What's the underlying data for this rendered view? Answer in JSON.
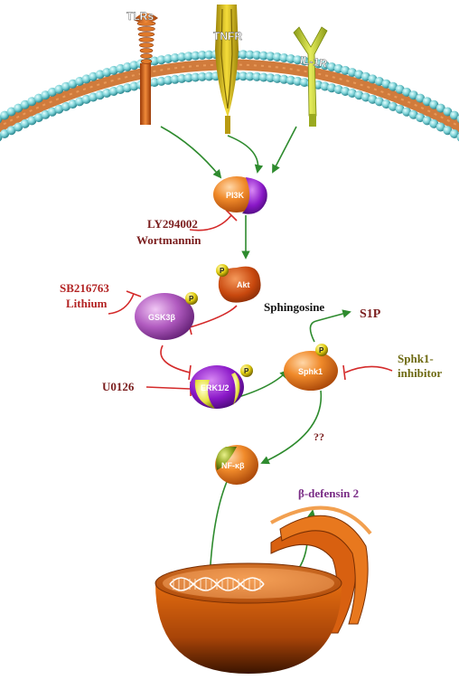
{
  "receptors": {
    "tlrs": "TLRs",
    "tnfr": "TNFR",
    "il1r": "IL-1R"
  },
  "nodes": {
    "pi3k": "PI3K",
    "akt": "Akt",
    "gsk3b": "GSK3β",
    "erk": "ERK1/2",
    "sphk1": "Sphk1",
    "nfkb": "NF-κβ",
    "phospho": "P"
  },
  "inhibitors": {
    "ly": "LY294002",
    "wortmannin": "Wortmannin",
    "sb": "SB216763",
    "lithium": "Lithium",
    "u0126": "U0126",
    "sphk1_inhibitor_1": "Sphk1-",
    "sphk1_inhibitor_2": "inhibitor"
  },
  "metabolites": {
    "sphingosine": "Sphingosine",
    "s1p": "S1P"
  },
  "labels": {
    "unknown": "??",
    "output": "β-defensin 2"
  },
  "colors": {
    "activation": "#2e8b2e",
    "inhibition": "#d42a2a",
    "membrane": "#7fd3d8",
    "orange": "#e06a14"
  }
}
